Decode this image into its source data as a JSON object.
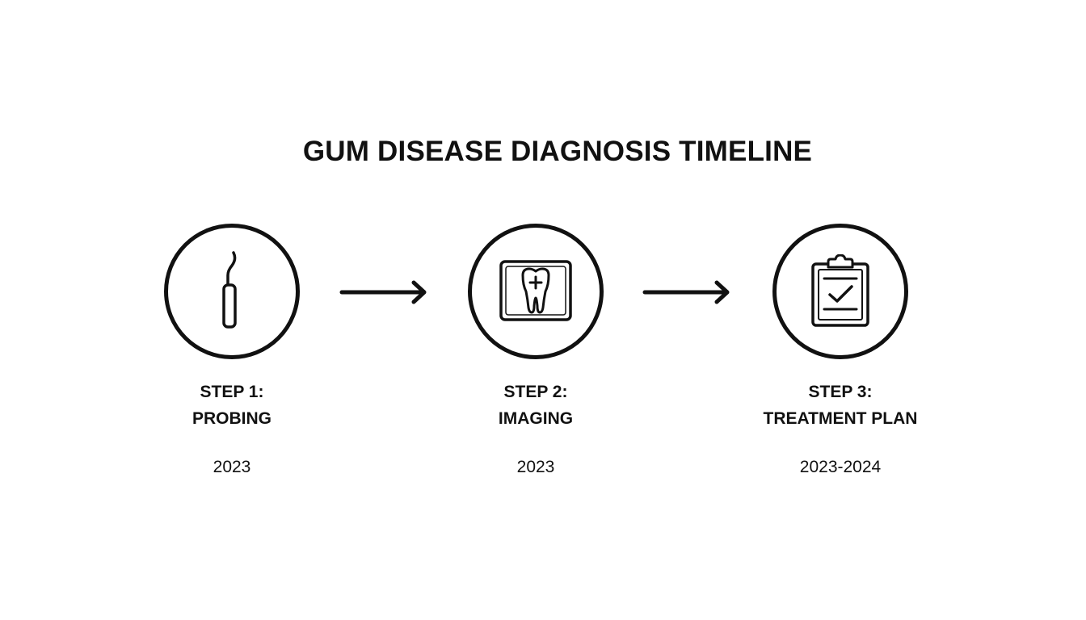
{
  "title": "GUM DISEASE DIAGNOSIS TIMELINE",
  "steps": [
    {
      "number": "STEP 1:",
      "name": "PROBING",
      "date": "2023",
      "icon": "dental-probe-icon"
    },
    {
      "number": "STEP 2:",
      "name": "IMAGING",
      "date": "2023",
      "icon": "tooth-xray-icon"
    },
    {
      "number": "STEP 3:",
      "name": "TREATMENT PLAN",
      "date": "2023-2024",
      "icon": "clipboard-check-icon"
    }
  ],
  "colors": {
    "stroke": "#111111",
    "background": "#ffffff"
  }
}
